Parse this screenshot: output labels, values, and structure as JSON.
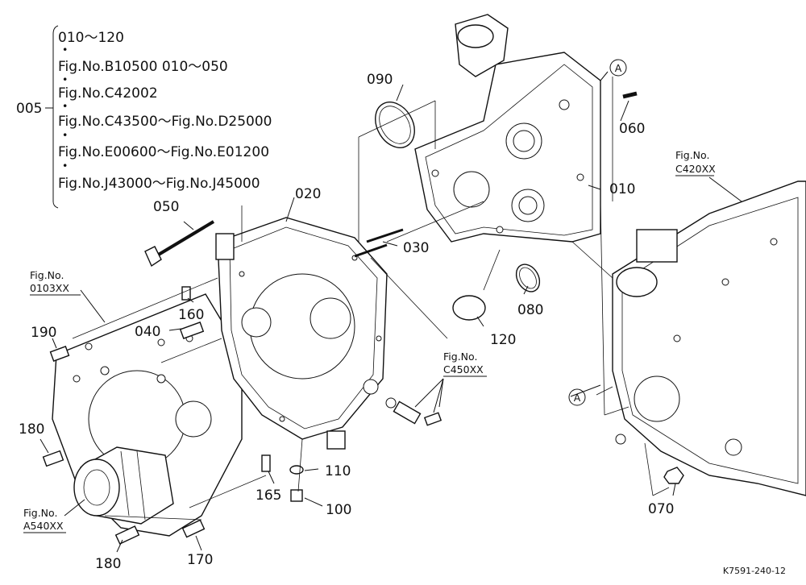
{
  "legend": {
    "ref": "005",
    "lines": [
      "010～120",
      "Fig.No.B10500  010～050",
      "Fig.No.C42002",
      "Fig.No.C43500～Fig.No.D25000",
      "Fig.No.E00600～Fig.No.E01200",
      "Fig.No.J43000～Fig.No.J45000"
    ]
  },
  "callouts": {
    "p010": "010",
    "p020": "020",
    "p030": "030",
    "p040": "040",
    "p050": "050",
    "p060": "060",
    "p070": "070",
    "p080": "080",
    "p090": "090",
    "p100": "100",
    "p110": "110",
    "p120": "120",
    "p160": "160",
    "p165": "165",
    "p170": "170",
    "p180a": "180",
    "p180b": "180",
    "p190": "190"
  },
  "markers": {
    "a_top": "A",
    "a_bottom": "A"
  },
  "fig_refs": {
    "f0103": {
      "l1": "Fig.No.",
      "l2": "0103XX"
    },
    "fc420": {
      "l1": "Fig.No.",
      "l2": "C420XX"
    },
    "fc450": {
      "l1": "Fig.No.",
      "l2": "C450XX"
    },
    "fa540": {
      "l1": "Fig.No.",
      "l2": "A540XX"
    }
  },
  "drawing_code": "K7591-240-12"
}
